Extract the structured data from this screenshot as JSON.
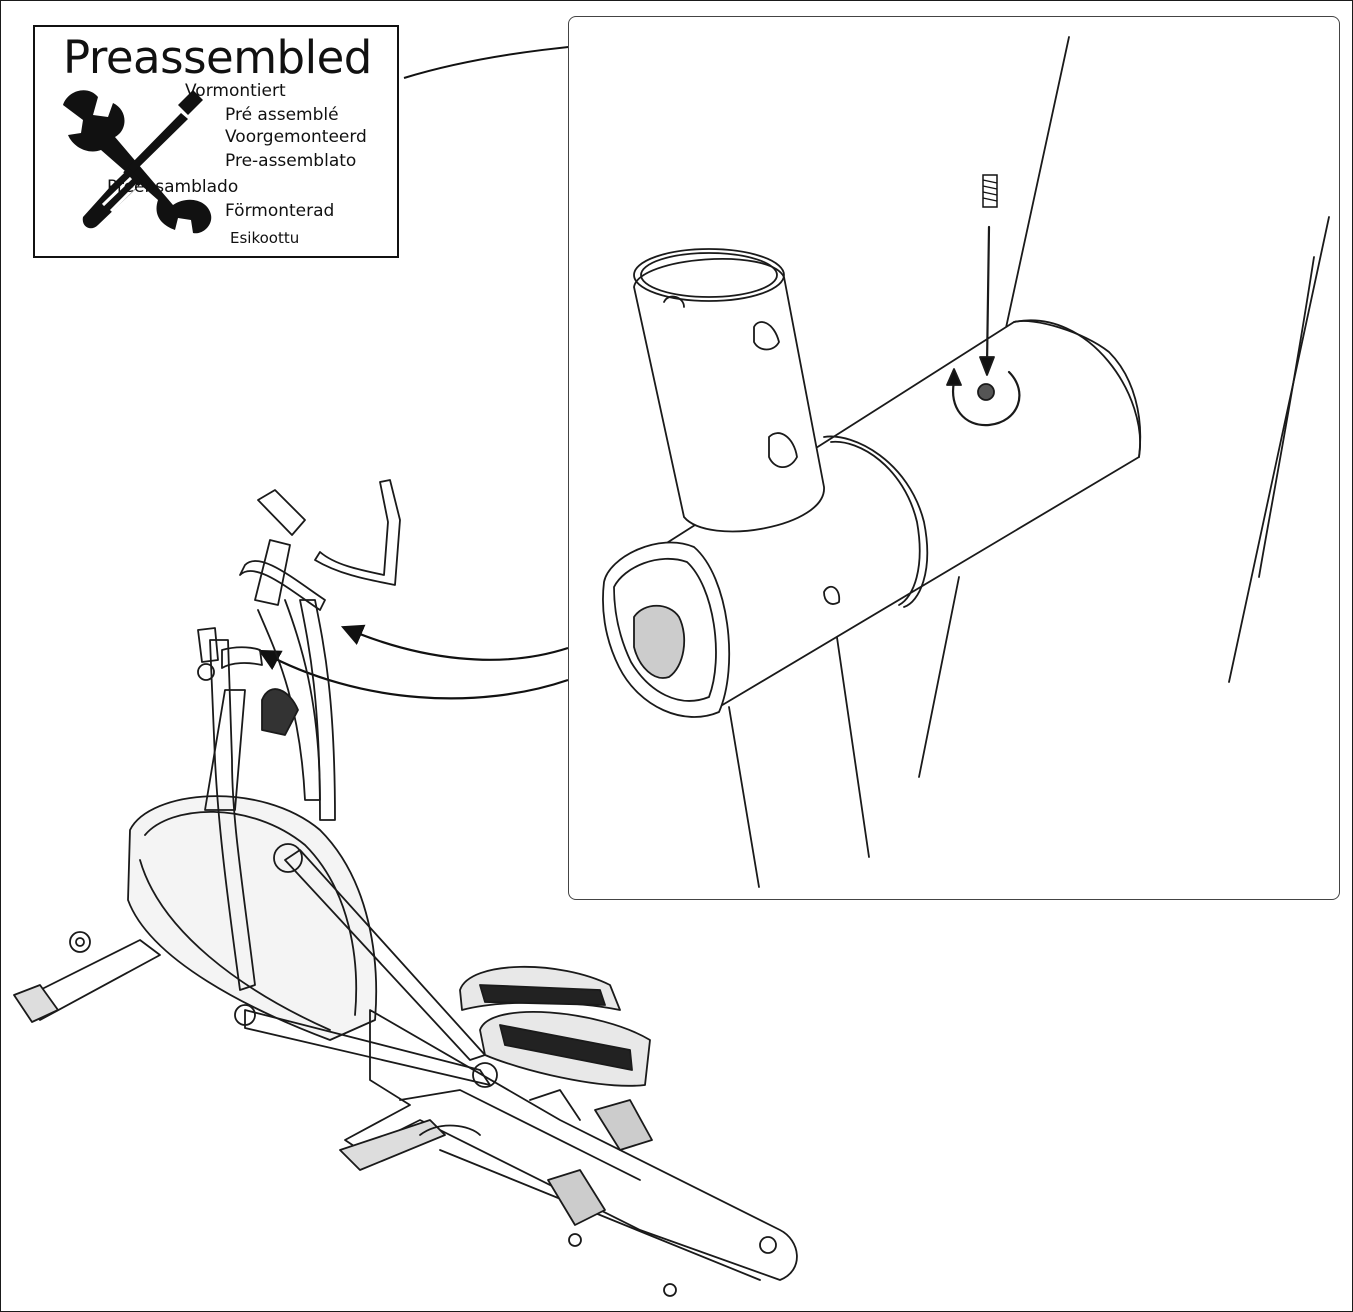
{
  "badge": {
    "title": "Preassembled",
    "languages": [
      "Vormontiert",
      "Pré assemblé",
      "Voorgemonteerd",
      "Pre-assemblato",
      "Preensamblado",
      "Förmonterad",
      "Esikoottu"
    ],
    "icon": "wrench-screwdriver-icon"
  },
  "detail": {
    "rotation_icon": "rotate-arrow-icon",
    "part_icon": "set-screw-icon"
  },
  "colors": {
    "line": "#1a1a1a",
    "background": "#ffffff"
  }
}
